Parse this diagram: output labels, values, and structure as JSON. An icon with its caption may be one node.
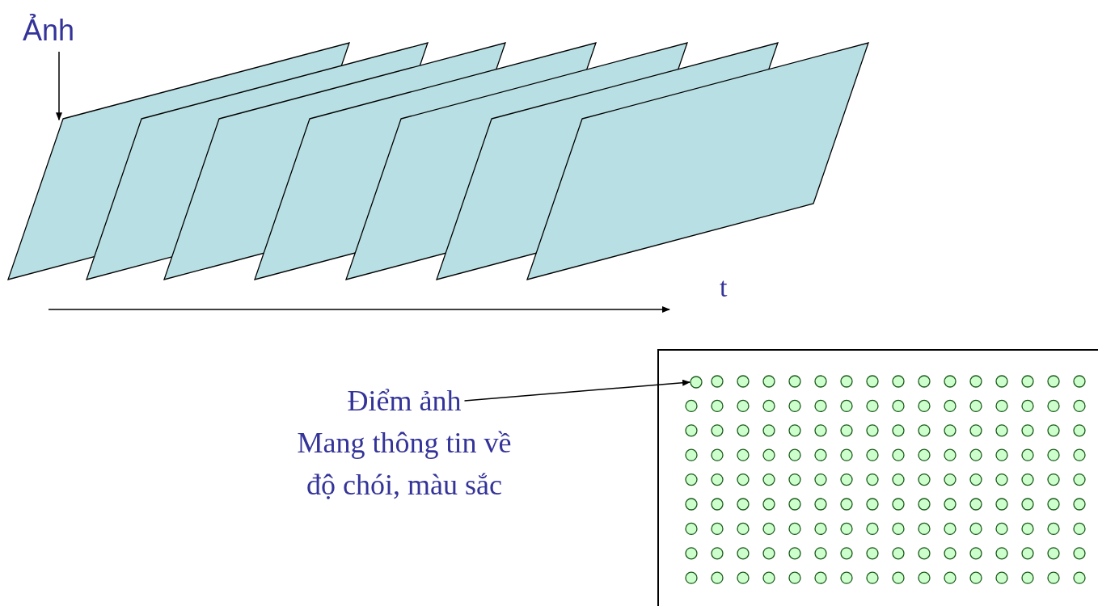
{
  "diagram": {
    "nodes": [
      {
        "text": [
          "Ảnh"
        ]
      },
      {
        "text": [],
        "shape": "parallelogram"
      },
      {
        "text": [],
        "shape": "parallelogram"
      },
      {
        "text": [],
        "shape": "parallelogram"
      },
      {
        "text": [],
        "shape": "parallelogram"
      },
      {
        "text": [],
        "shape": "parallelogram"
      },
      {
        "text": [],
        "shape": "parallelogram"
      },
      {
        "text": [],
        "shape": "parallelogram"
      },
      {
        "text": [
          "Điểm ảnh",
          "Mang thông tin về độ chói, màu sắc"
        ]
      },
      {
        "text": [],
        "shape": "box"
      },
      {
        "text": [],
        "shape": "circle",
        "in": 9
      }
    ],
    "edges": [
      {
        "from": 0,
        "to": 1,
        "arrow": "to"
      },
      {
        "from": 8,
        "to": 10,
        "arrow": "to"
      }
    ],
    "labels": [
      "t"
    ]
  }
}
